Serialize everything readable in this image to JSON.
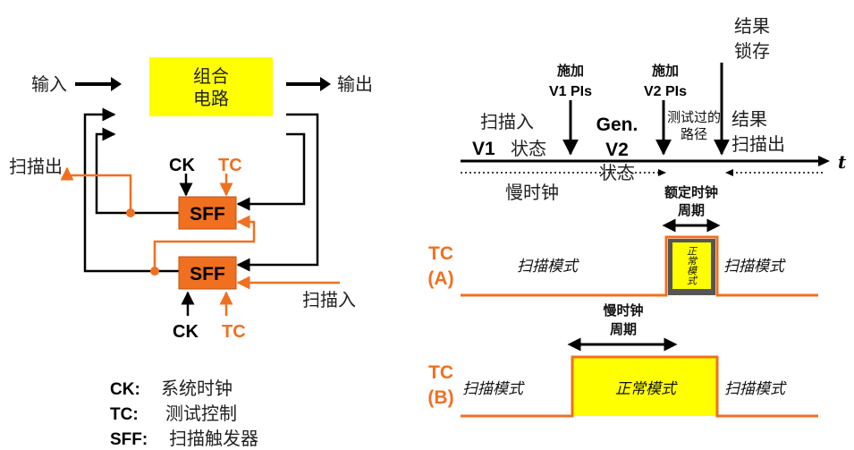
{
  "circuit": {
    "comb_circuit_line1": "组合",
    "comb_circuit_line2": "电路",
    "input": "输入",
    "output": "输出",
    "scan_out": "扫描出",
    "scan_in": "扫描入",
    "ck_top": "CK",
    "tc_top": "TC",
    "sff_top": "SFF",
    "sff_bottom": "SFF",
    "ck_bottom": "CK",
    "tc_bottom": "TC"
  },
  "legend": [
    {
      "key": "CK:",
      "value": "系统时钟"
    },
    {
      "key": "TC:",
      "value": "测试控制"
    },
    {
      "key": "SFF:",
      "value": "扫描触发器"
    }
  ],
  "timeline": {
    "apply_v1_l1": "施加",
    "apply_v1_l2": "V1 PIs",
    "apply_v2_l1": "施加",
    "apply_v2_l2": "V2 PIs",
    "result_latch_l1": "结果",
    "result_latch_l2": "锁存",
    "scan_in": "扫描入",
    "v1_state": "V1",
    "v1_state_suffix": "状态",
    "gen": "Gen.",
    "v2": "V2",
    "v2_state": "状态",
    "tested_path_l1": "测试过的",
    "tested_path_l2": "路径",
    "result_scan_out_l1": "结果",
    "result_scan_out_l2": "扫描出",
    "t": "t",
    "slow_clock": "慢时钟",
    "rated_clock_l1": "额定时钟",
    "rated_clock_l2": "周期"
  },
  "waveform_a": {
    "label_l1": "TC",
    "label_l2": "(A)",
    "scan_mode_left": "扫描模式",
    "normal_mode": "正常模式",
    "scan_mode_right": "扫描模式"
  },
  "waveform_b": {
    "label_l1": "TC",
    "label_l2": "(B)",
    "slow_clock_l1": "慢时钟",
    "slow_clock_l2": "周期",
    "scan_mode_left": "扫描模式",
    "normal_mode": "正常模式",
    "scan_mode_right": "扫描模式"
  },
  "colors": {
    "orange": "#f07020",
    "yellow": "#ffff00",
    "black": "#000000"
  }
}
